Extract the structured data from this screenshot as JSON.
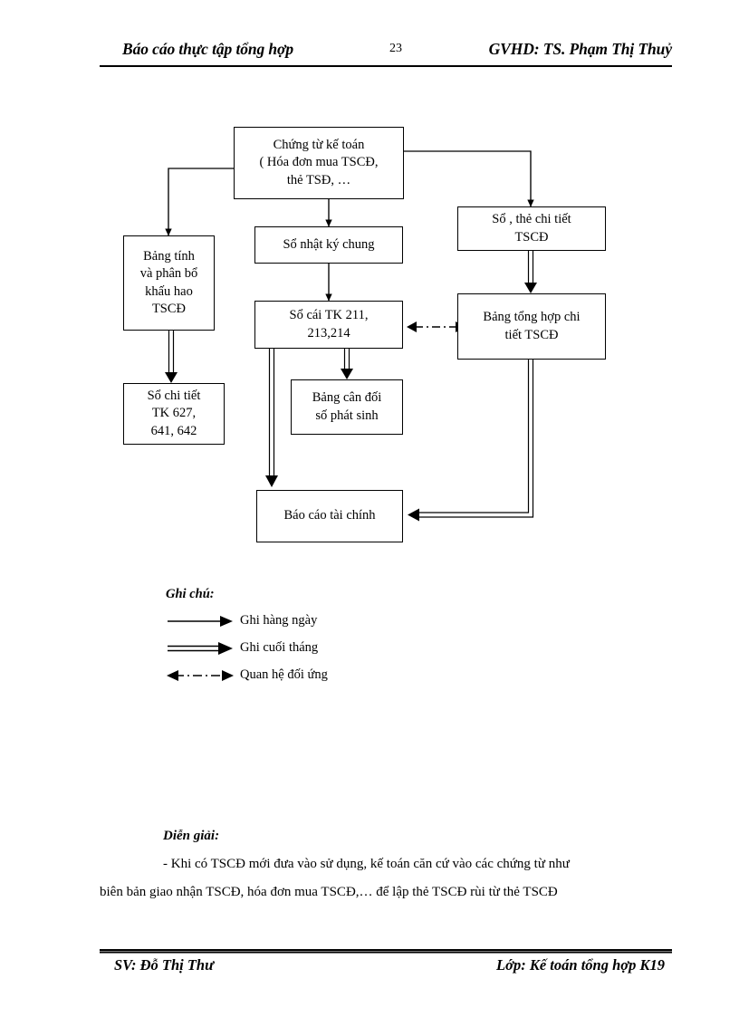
{
  "header": {
    "left_title": "Báo cáo thực tập tổng hợp",
    "page_number": "23",
    "right_title": "GVHD: TS. Phạm Thị Thuỷ"
  },
  "footer": {
    "student": "SV: Đỗ Thị Thư",
    "class": "Lớp: Kế toán tổng hợp K19"
  },
  "flowchart": {
    "nodes": {
      "chung_tu": "Chứng từ kế toán\n( Hóa đơn mua TSCĐ,\nthẻ TSĐ,  …",
      "bang_tinh": "Bảng tính\nvà phân bổ\nkhấu hao\nTSCĐ",
      "so_nhat_ky": "Sổ nhật ký chung",
      "so_the_chi_tiet": "Sổ , thẻ chi tiết\nTSCĐ",
      "so_cai": "Sổ cái TK 211,\n213,214",
      "bang_tong_hop": "Bảng tổng hợp chi\ntiết TSCĐ",
      "so_chi_tiet": "Sổ chi tiết\nTK  627,\n641, 642",
      "bang_can_doi": "Bảng cân đối\nsố phát sinh",
      "bao_cao": "Báo cáo tài chính"
    }
  },
  "legend": {
    "title": "Ghi chú:",
    "items": [
      {
        "label": "Ghi hàng ngày",
        "style": "single-arrow"
      },
      {
        "label": "Ghi cuối tháng",
        "style": "double-arrow"
      },
      {
        "label": "Quan hệ đối ứng",
        "style": "dash-dot-double-arrow"
      }
    ]
  },
  "explanation": {
    "title": "Diễn giải:",
    "line1": "- Khi  có TSCĐ  mới đưa vào  sử dụng, kế toán căn cứ vào  các chứng từ như",
    "line2": "biên bản giao nhận TSCĐ, hóa đơn mua TSCĐ,…  để lập thẻ TSCĐ  rùi từ thẻ TSCĐ"
  },
  "colors": {
    "ink": "#000000",
    "page": "#ffffff"
  }
}
